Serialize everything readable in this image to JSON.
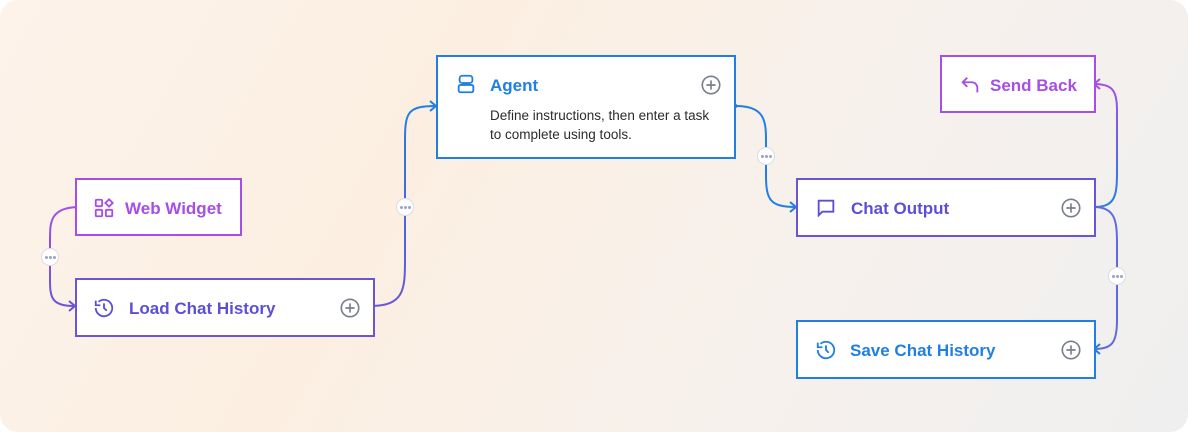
{
  "nodes": {
    "web_widget": {
      "label": "Web Widget"
    },
    "load_history": {
      "label": "Load Chat History"
    },
    "agent": {
      "label": "Agent",
      "description": "Define instructions, then enter a task to complete using tools."
    },
    "send_back": {
      "label": "Send Back"
    },
    "chat_output": {
      "label": "Chat Output"
    },
    "save_history": {
      "label": "Save Chat History"
    }
  },
  "colors": {
    "purple": "#a64ee6",
    "indigo": "#5b4fd6",
    "blue": "#1f7fe6",
    "plus_gray": "#7a7f8c"
  },
  "icons": {
    "web_widget": "widgets-icon",
    "load_history": "history-icon",
    "agent": "robot-icon",
    "send_back": "return-arrow-icon",
    "chat_output": "chat-bubble-icon",
    "save_history": "history-icon"
  }
}
